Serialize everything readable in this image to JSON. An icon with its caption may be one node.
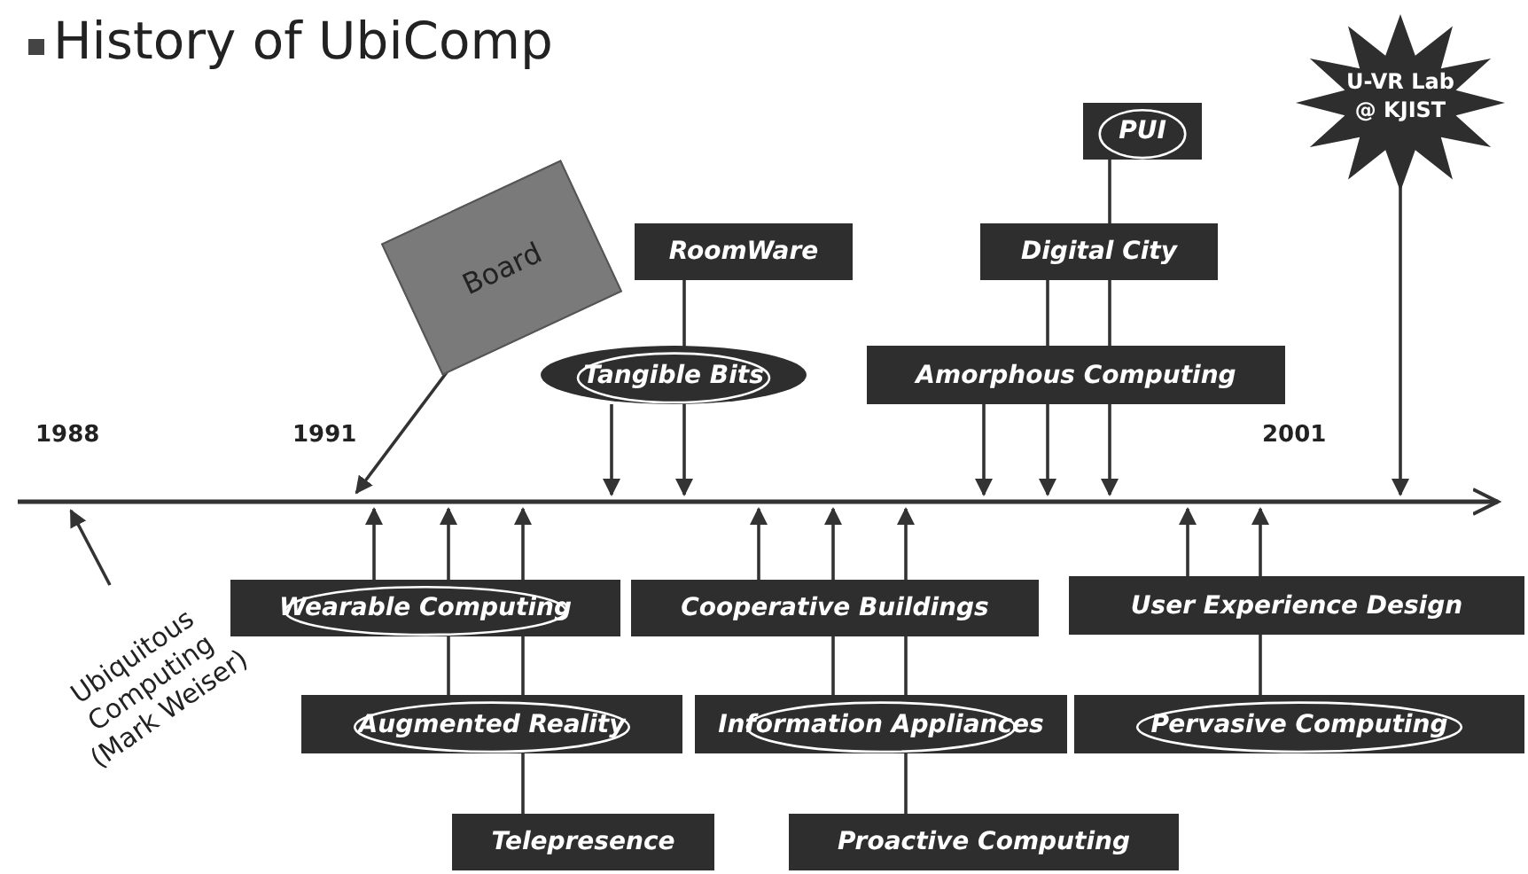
{
  "diagram": {
    "title": "History of UbiComp",
    "nodes": [
      {
        "text": [
          "Board"
        ]
      },
      {
        "text": [
          "RoomWare"
        ]
      },
      {
        "text": [
          "Tangible Bits"
        ]
      },
      {
        "text": [
          "PUI"
        ]
      },
      {
        "text": [
          "Digital City"
        ]
      },
      {
        "text": [
          "Amorphous Computing"
        ]
      },
      {
        "text": [
          "U-VR Lab @ KJIST"
        ]
      },
      {
        "text": [
          "Ubiquitous Computing (Mark Weiser)"
        ]
      },
      {
        "text": [
          "Wearable Computing"
        ]
      },
      {
        "text": [
          "Cooperative Buildings"
        ]
      },
      {
        "text": [
          "User Experience Design"
        ]
      },
      {
        "text": [
          "Augmented Reality"
        ]
      },
      {
        "text": [
          "Information Appliances"
        ]
      },
      {
        "text": [
          "Pervasive Computing"
        ]
      },
      {
        "text": [
          "Telepresence"
        ]
      },
      {
        "text": [
          "Proactive Computing"
        ]
      }
    ],
    "edges": [
      {
        "from": 0,
        "to": null,
        "arrow": "to"
      },
      {
        "from": 1,
        "to": null,
        "arrow": "to"
      },
      {
        "from": 2,
        "to": null,
        "arrow": "to"
      },
      {
        "from": 3,
        "to": null,
        "arrow": "to"
      },
      {
        "from": 4,
        "to": null,
        "arrow": "to"
      },
      {
        "from": 5,
        "to": null,
        "arrow": "to"
      },
      {
        "from": 6,
        "to": null,
        "arrow": "to"
      },
      {
        "from": 7,
        "to": null,
        "arrow": "to"
      },
      {
        "from": 8,
        "to": null,
        "arrow": "to"
      },
      {
        "from": 9,
        "to": null,
        "arrow": "to"
      },
      {
        "from": 10,
        "to": null,
        "arrow": "to"
      },
      {
        "from": 11,
        "to": null,
        "arrow": "to"
      },
      {
        "from": 12,
        "to": null,
        "arrow": "to"
      },
      {
        "from": 13,
        "to": null,
        "arrow": "to"
      },
      {
        "from": 14,
        "to": null,
        "arrow": "to"
      },
      {
        "from": 15,
        "to": null,
        "arrow": "to"
      }
    ],
    "labels": [
      "1988",
      "1991",
      "2001"
    ]
  }
}
